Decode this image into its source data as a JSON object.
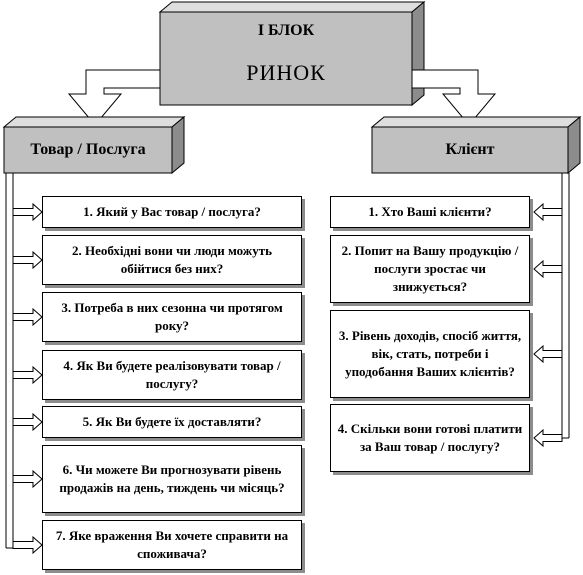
{
  "top_block": {
    "line1": "І БЛОК",
    "line2": "РИНОК"
  },
  "left_branch": {
    "title": "Товар / Послуга",
    "items": [
      "1. Який у Вас товар / послуга?",
      "2. Необхідні вони чи люди можуть обійтися без них?",
      "3. Потреба в них сезонна чи протягом року?",
      "4. Як Ви будете реалізовувати товар / послугу?",
      "5. Як Ви будете їх доставляти?",
      "6. Чи можете Ви прогнозувати рівень продажів на день, тиждень чи місяць?",
      "7. Яке враження Ви хочете справити на споживача?"
    ]
  },
  "right_branch": {
    "title": "Клієнт",
    "items": [
      "1. Хто Ваші клієнти?",
      "2. Попит на Вашу продукцію / послуги зростає чи знижується?",
      "3. Рівень доходів, спосіб життя, вік, стать, потреби і уподобання Ваших клієнтів?",
      "4. Скільки вони готові платити за Ваш товар / послугу?"
    ]
  },
  "colors": {
    "box_face": "#c0c0c0",
    "box_top": "#d9d9d9",
    "box_side": "#8c8c8c",
    "line": "#000000"
  }
}
